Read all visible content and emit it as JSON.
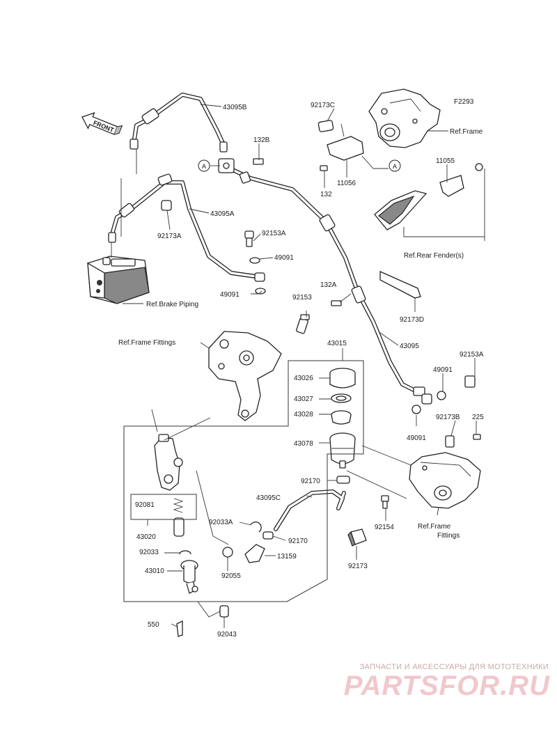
{
  "diagram": {
    "figure_id": "F2293",
    "front_label": "FRONT",
    "callout_marker": "A",
    "part_labels": {
      "p43095B": "43095B",
      "p132B": "132B",
      "p92173C": "92173C",
      "p11056": "11056",
      "p132": "132",
      "p11055": "11055",
      "p43095A": "43095A",
      "p92173A": "92173A",
      "p92153A_top": "92153A",
      "p49091_a": "49091",
      "p49091_b": "49091",
      "p132A": "132A",
      "p92173D": "92173D",
      "p92153": "92153",
      "p43095": "43095",
      "p43015": "43015",
      "p92153A_right": "92153A",
      "p49091_c": "49091",
      "p49091_d": "49091",
      "p43026": "43026",
      "p43027": "43027",
      "p43028": "43028",
      "p92173B": "92173B",
      "p225": "225",
      "p43078": "43078",
      "p92170_a": "92170",
      "p43095C": "43095C",
      "p92154": "92154",
      "p92081": "92081",
      "p43020": "43020",
      "p92033A": "92033A",
      "p92170_b": "92170",
      "p92033": "92033",
      "p13159": "13159",
      "p43010": "43010",
      "p92055": "92055",
      "p92173": "92173",
      "p550": "550",
      "p92043": "92043"
    },
    "references": {
      "ref_frame": "Ref.Frame",
      "ref_rear_fender": "Ref.Rear Fender(s)",
      "ref_brake_piping": "Ref.Brake Piping",
      "ref_frame_fittings_left": "Ref.Frame Fittings",
      "ref_frame_fittings_right_1": "Ref.Frame",
      "ref_frame_fittings_right_2": "Fittings"
    }
  },
  "watermark": {
    "tagline": "ЗАПЧАСТИ И АКСЕССУАРЫ ДЛЯ МОТОТЕХНИКИ",
    "logo": "PARTSFOR.RU"
  }
}
